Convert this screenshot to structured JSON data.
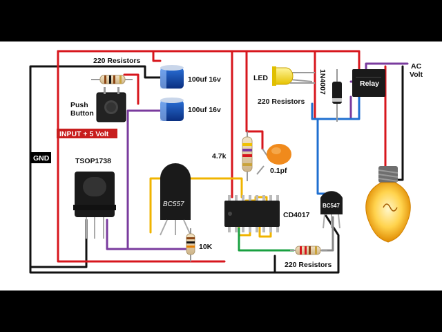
{
  "labels": {
    "resistors_top": "220 Resistors",
    "cap1": "100uf 16v",
    "cap2": "100uf 16v",
    "push_line1": "Push",
    "push_line2": "Button",
    "input": "INPUT + 5 Volt",
    "gnd": "GND",
    "tsop": "TSOP1738",
    "bc557": "BC557",
    "r10k": "10K",
    "r4k7": "4.7k",
    "cap_small": "0.1pf",
    "cd4017": "CD4017",
    "led": "LED",
    "resistors_mid": "220 Resistors",
    "diode": "1N4007",
    "relay": "Relay",
    "ac_line1": "AC",
    "ac_line2": "Volt",
    "bc547": "BC547",
    "resistors_bottom": "220 Resistors"
  },
  "colors": {
    "red_wire": "#d7161c",
    "black_wire": "#111111",
    "purple_wire": "#7a3b9e",
    "yellow_wire": "#f0b400",
    "blue_wire": "#1f6fd0",
    "green_wire": "#19a040",
    "input_badge": "#c81e1e",
    "gnd_badge": "#000000"
  }
}
